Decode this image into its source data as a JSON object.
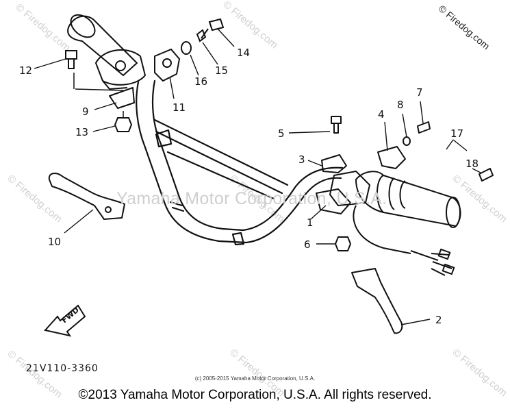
{
  "watermark": {
    "center": "Yamaha Motor Corporation, U.S.A.",
    "corner": "© Firedog.com",
    "repeat": "© Firedog.com"
  },
  "diagram": {
    "part_code": "21V110-3360",
    "fwd_label": "FWD",
    "callouts": [
      {
        "id": "1",
        "label": "1"
      },
      {
        "id": "2",
        "label": "2"
      },
      {
        "id": "3",
        "label": "3"
      },
      {
        "id": "4",
        "label": "4"
      },
      {
        "id": "5",
        "label": "5"
      },
      {
        "id": "6",
        "label": "6"
      },
      {
        "id": "7",
        "label": "7"
      },
      {
        "id": "8",
        "label": "8"
      },
      {
        "id": "9",
        "label": "9"
      },
      {
        "id": "10",
        "label": "10"
      },
      {
        "id": "11",
        "label": "11"
      },
      {
        "id": "12",
        "label": "12"
      },
      {
        "id": "13",
        "label": "13"
      },
      {
        "id": "14",
        "label": "14"
      },
      {
        "id": "15",
        "label": "15"
      },
      {
        "id": "16",
        "label": "16"
      },
      {
        "id": "17",
        "label": "17"
      },
      {
        "id": "18",
        "label": "18"
      }
    ]
  },
  "footer": {
    "small_copyright": "(c) 2005-2015 Yamaha Motor Corporation, U.S.A.",
    "copyright": "©2013 Yamaha Motor Corporation, U.S.A. All rights reserved."
  }
}
